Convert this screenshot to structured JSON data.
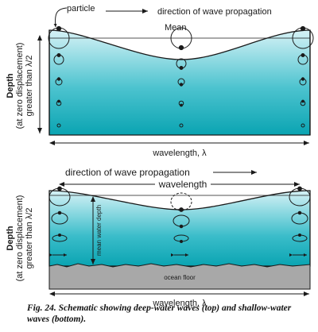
{
  "top_panel": {
    "particle_label": "particle",
    "propagation_label": "direction of wave propagation",
    "mean_label": "Mean",
    "depth_label_line1": "Depth",
    "depth_label_line2": "(at zero displacement)",
    "depth_label_line3": "greater than λ/2",
    "wavelength_label": "wavelength, λ"
  },
  "bottom_panel": {
    "propagation_label": "direction of wave propagation",
    "wavelength_top_label": "wavelength",
    "mean_water_depth_label": "mean water depth",
    "ocean_floor_label": "ocean floor",
    "depth_label_line1": "Depth",
    "depth_label_line2": "(at zero displacement)",
    "depth_label_line3": "greater than λ/2",
    "wavelength_label": "wavelength, λ"
  },
  "caption": "Fig. 24. Schematic showing deep-water waves (top) and shallow-water waves (bottom).",
  "colors": {
    "water_top": "#d6f2f6",
    "water_bottom": "#0aa4b2",
    "ocean_floor": "#a8a8a8",
    "line": "#1a1a1a"
  }
}
